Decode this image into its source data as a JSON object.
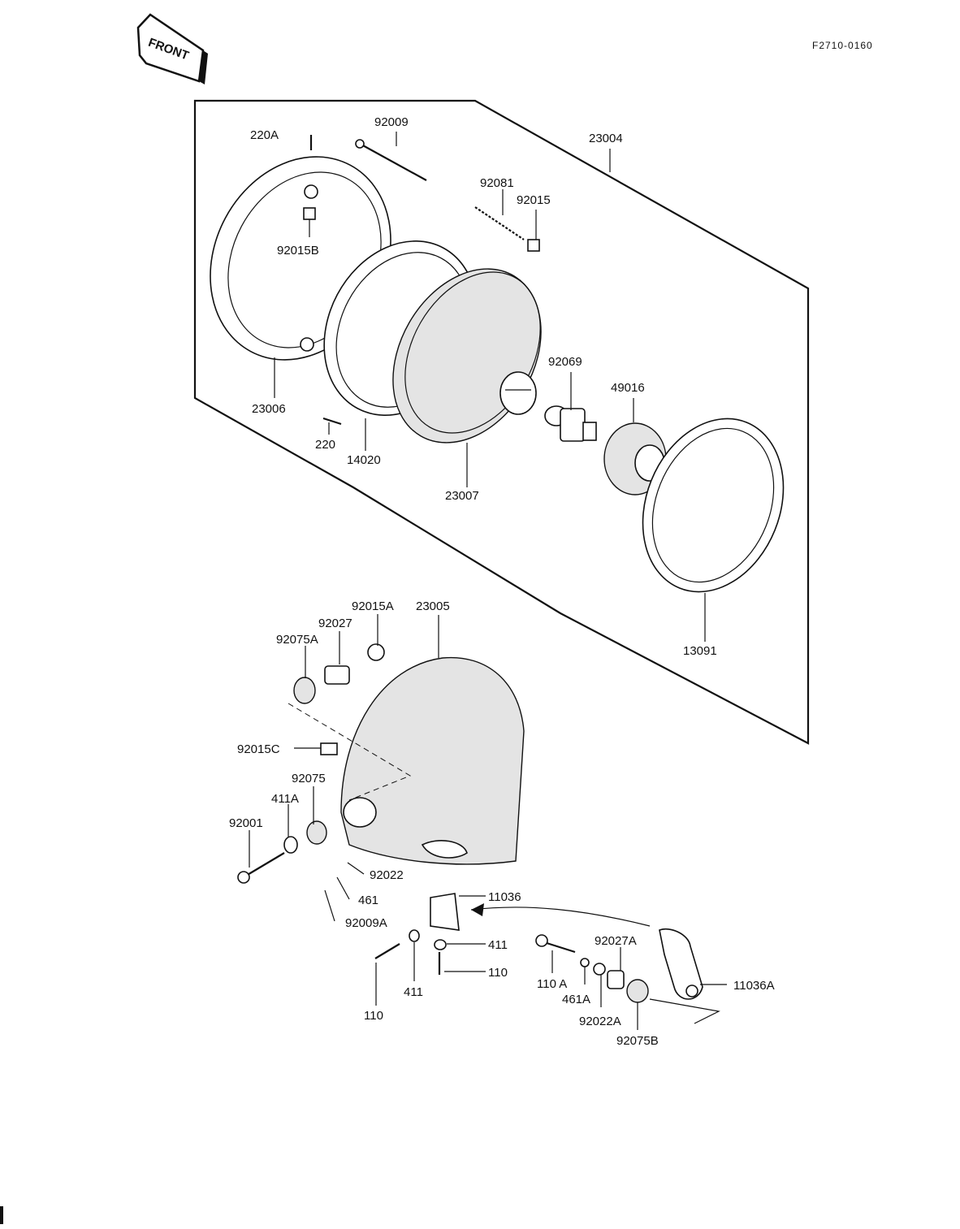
{
  "header": {
    "front_label": "FRONT",
    "diagram_code": "F2710-0160"
  },
  "parts": {
    "p220A": "220A",
    "p92009": "92009",
    "p23004": "23004",
    "p92081": "92081",
    "p92015": "92015",
    "p92015B": "92015B",
    "p92069": "92069",
    "p49016": "49016",
    "p23006": "23006",
    "p220": "220",
    "p14020": "14020",
    "p23007": "23007",
    "p13091": "13091",
    "p92015A": "92015A",
    "p23005": "23005",
    "p92027": "92027",
    "p92075A": "92075A",
    "p92015C": "92015C",
    "p92075": "92075",
    "p411A": "411A",
    "p92001": "92001",
    "p92022": "92022",
    "p461": "461",
    "p11036": "11036",
    "p92009A": "92009A",
    "p411_right": "411",
    "p110_right": "110",
    "p110_left": "110",
    "p411_left": "411",
    "p92027A": "92027A",
    "p110A": "110 A",
    "p461A": "461A",
    "p92022A": "92022A",
    "p92075B": "92075B",
    "p11036A": "11036A"
  },
  "colors": {
    "ink": "#111111",
    "paper": "#ffffff",
    "shade": "#e4e4e4"
  }
}
